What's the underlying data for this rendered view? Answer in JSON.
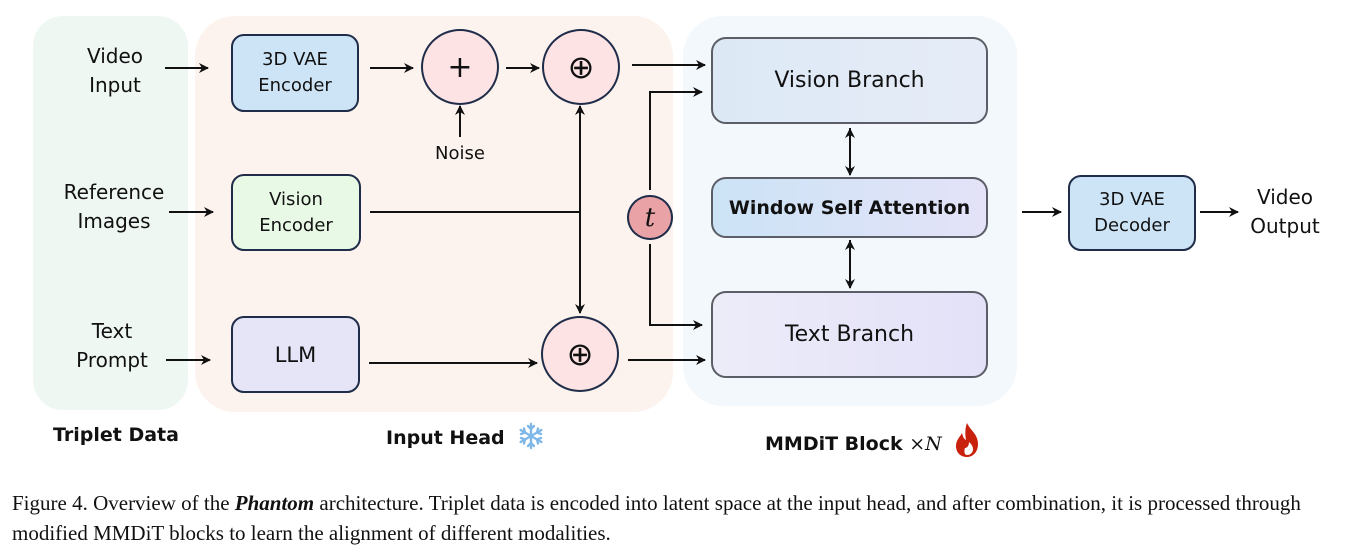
{
  "sections": {
    "triplet": "Triplet Data",
    "input_head": "Input Head",
    "mmdit": "MMDiT Block",
    "mmdit_multiplier": "×N"
  },
  "inputs": {
    "video": [
      "Video",
      "Input"
    ],
    "reference": [
      "Reference",
      "Images"
    ],
    "text": [
      "Text",
      "Prompt"
    ]
  },
  "encoders": {
    "vae_encoder": [
      "3D VAE",
      "Encoder"
    ],
    "vision_encoder": [
      "Vision",
      "Encoder"
    ],
    "llm": "LLM"
  },
  "operators": {
    "add": "+",
    "concat_top": "⊕",
    "concat_bottom": "⊕",
    "timestep": "t",
    "noise": "Noise"
  },
  "mmdit": {
    "vision_branch": "Vision Branch",
    "attention": "Window Self Attention",
    "text_branch": "Text Branch"
  },
  "decoder": [
    "3D VAE",
    "Decoder"
  ],
  "output": [
    "Video",
    "Output"
  ],
  "icons": {
    "frozen": "snowflake-icon",
    "trainable": "fire-icon"
  },
  "colors": {
    "triplet_bg": "#eff7f3",
    "input_head_bg": "#fdf3ee",
    "mmdit_bg": "#f3f8fd",
    "vae_box": "#cde4f7",
    "vision_encoder_box": "#e8fae6",
    "llm_box": "#e6e4f7",
    "operator_circle": "#fde3e3",
    "timestep_circle": "#e9a3a6",
    "snowflake": "#7fb8e8",
    "fire": "#c8210d"
  },
  "caption": {
    "prefix": "Figure 4.  Overview of the ",
    "emphasis": "Phantom",
    "suffix": " architecture.  Triplet data is encoded into latent space at the input head, and after combination, it is processed through modified MMDiT blocks to learn the alignment of different modalities."
  }
}
